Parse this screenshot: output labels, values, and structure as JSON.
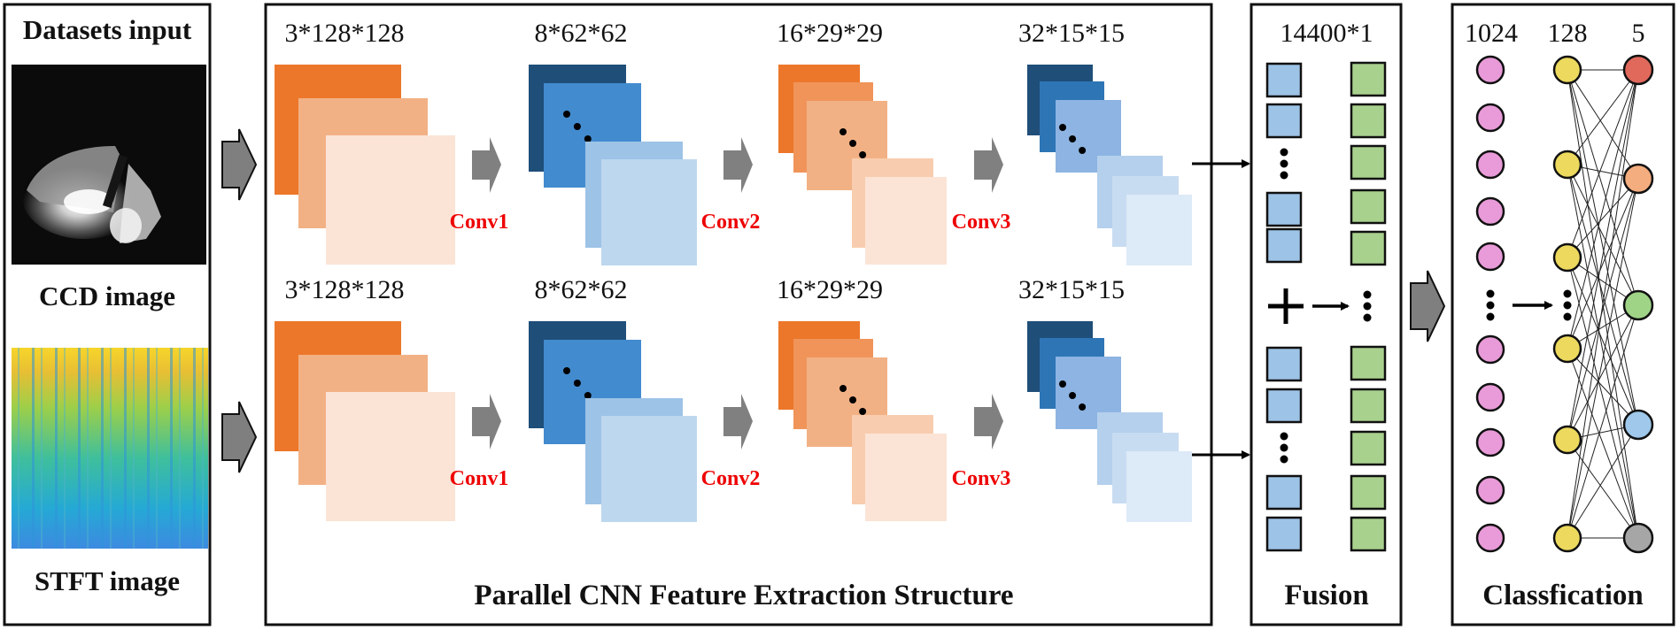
{
  "input_panel": {
    "title": "Datasets input",
    "ccd_label": "CCD image",
    "stft_label": "STFT image"
  },
  "cnn_panel": {
    "title": "Parallel CNN Feature Extraction Structure",
    "branches": [
      {
        "name": "ccd-branch",
        "stages": [
          {
            "dims": "3*128*128"
          },
          {
            "dims": "8*62*62",
            "conv": "Conv1"
          },
          {
            "dims": "16*29*29",
            "conv": "Conv2"
          },
          {
            "dims": "32*15*15",
            "conv": "Conv3"
          }
        ]
      },
      {
        "name": "stft-branch",
        "stages": [
          {
            "dims": "3*128*128"
          },
          {
            "dims": "8*62*62",
            "conv": "Conv1"
          },
          {
            "dims": "16*29*29",
            "conv": "Conv2"
          },
          {
            "dims": "32*15*15",
            "conv": "Conv3"
          }
        ]
      }
    ]
  },
  "fusion_panel": {
    "title": "Fusion",
    "vector_dims": "14400*1",
    "operator": "+"
  },
  "classification_panel": {
    "title": "Classfication",
    "layers": [
      {
        "size": "1024",
        "color": "#e89bd8"
      },
      {
        "size": "128",
        "color": "#ecd95e"
      },
      {
        "size": "5",
        "colors": [
          "#e0695c",
          "#f4ad7f",
          "#9fd487",
          "#9fc8ea",
          "#a6a6a6"
        ]
      }
    ]
  },
  "colors": {
    "orange_dark": "#ec772a",
    "orange_mid": "#f2b185",
    "orange_light": "#fbe4d6",
    "blue_dark": "#1f4e79",
    "blue_mid": "#428bcf",
    "blue_light": "#9dc3e6",
    "blue_pale": "#bdd7ee",
    "conv_label": "#ee0000",
    "arrow_gray": "#808080"
  }
}
